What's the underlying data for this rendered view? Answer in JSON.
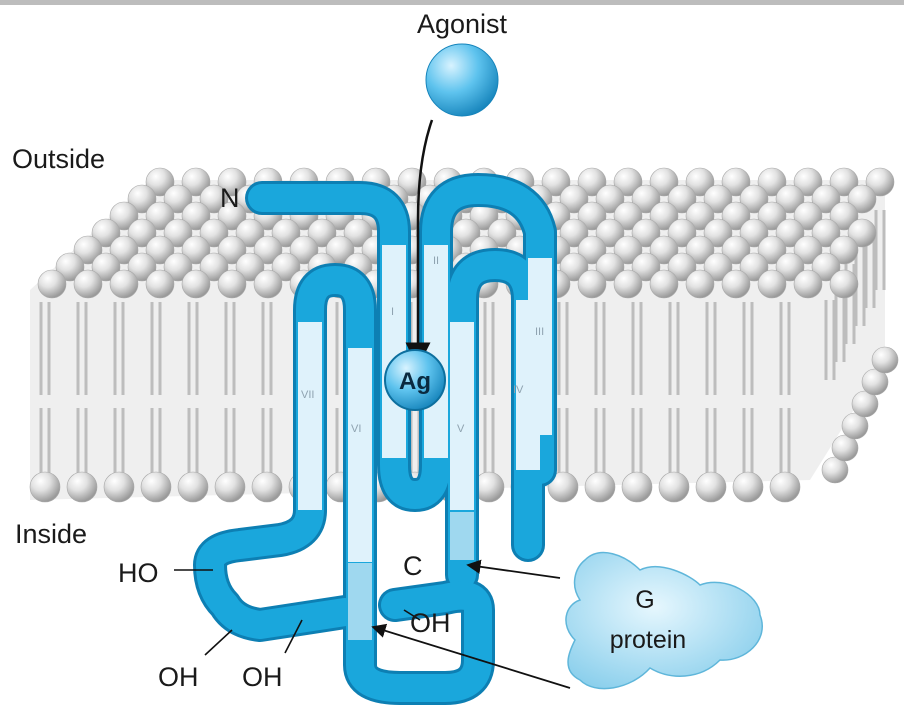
{
  "labels": {
    "agonist": "Agonist",
    "outside": "Outside",
    "inside": "Inside",
    "n_terminus": "N",
    "c_terminus": "C",
    "ligand": "Ag",
    "g_protein_line1": "G",
    "g_protein_line2": "protein",
    "ho": "HO",
    "oh_1": "OH",
    "oh_2": "OH",
    "oh_3": "OH"
  },
  "helices": [
    "I",
    "II",
    "III",
    "IV",
    "V",
    "VI",
    "VII"
  ],
  "colors": {
    "receptor": "#1aa7dc",
    "helix": "#dff2fb",
    "helix_tint": "#9fd8ef",
    "membrane_head": "#cfcfcf",
    "membrane_tail": "#dedede",
    "g_protein": "#a8ddf2",
    "agonist": "#5ec3ee"
  }
}
